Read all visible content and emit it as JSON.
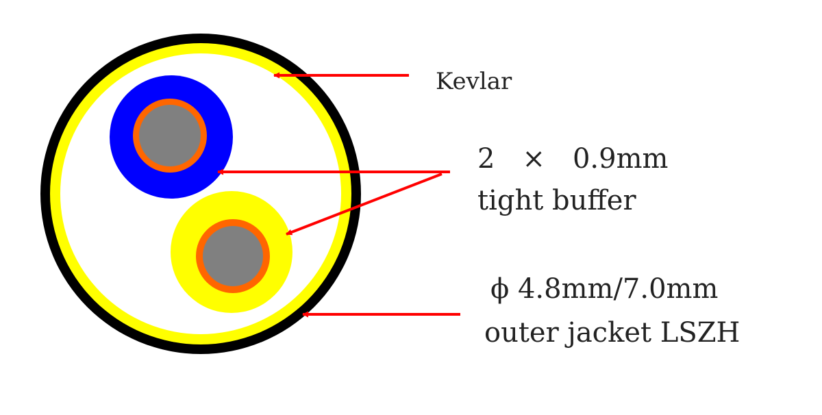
{
  "labels": {
    "kevlar": "Kevlar",
    "buffer_line1": "2　×　0.9mm",
    "buffer_line2": "tight buffer",
    "jacket_line1": "ϕ  4.8mm/7.0mm",
    "jacket_line2": "outer jacket LSZH"
  },
  "colors": {
    "jacket": "#000000",
    "kevlar": "#ffff00",
    "filler": "#ffffff",
    "buffer_blue": "#0000ff",
    "buffer_yellow": "#ffff00",
    "coating": "#ff6600",
    "fiber": "#808080",
    "arrow": "#ff0000"
  }
}
